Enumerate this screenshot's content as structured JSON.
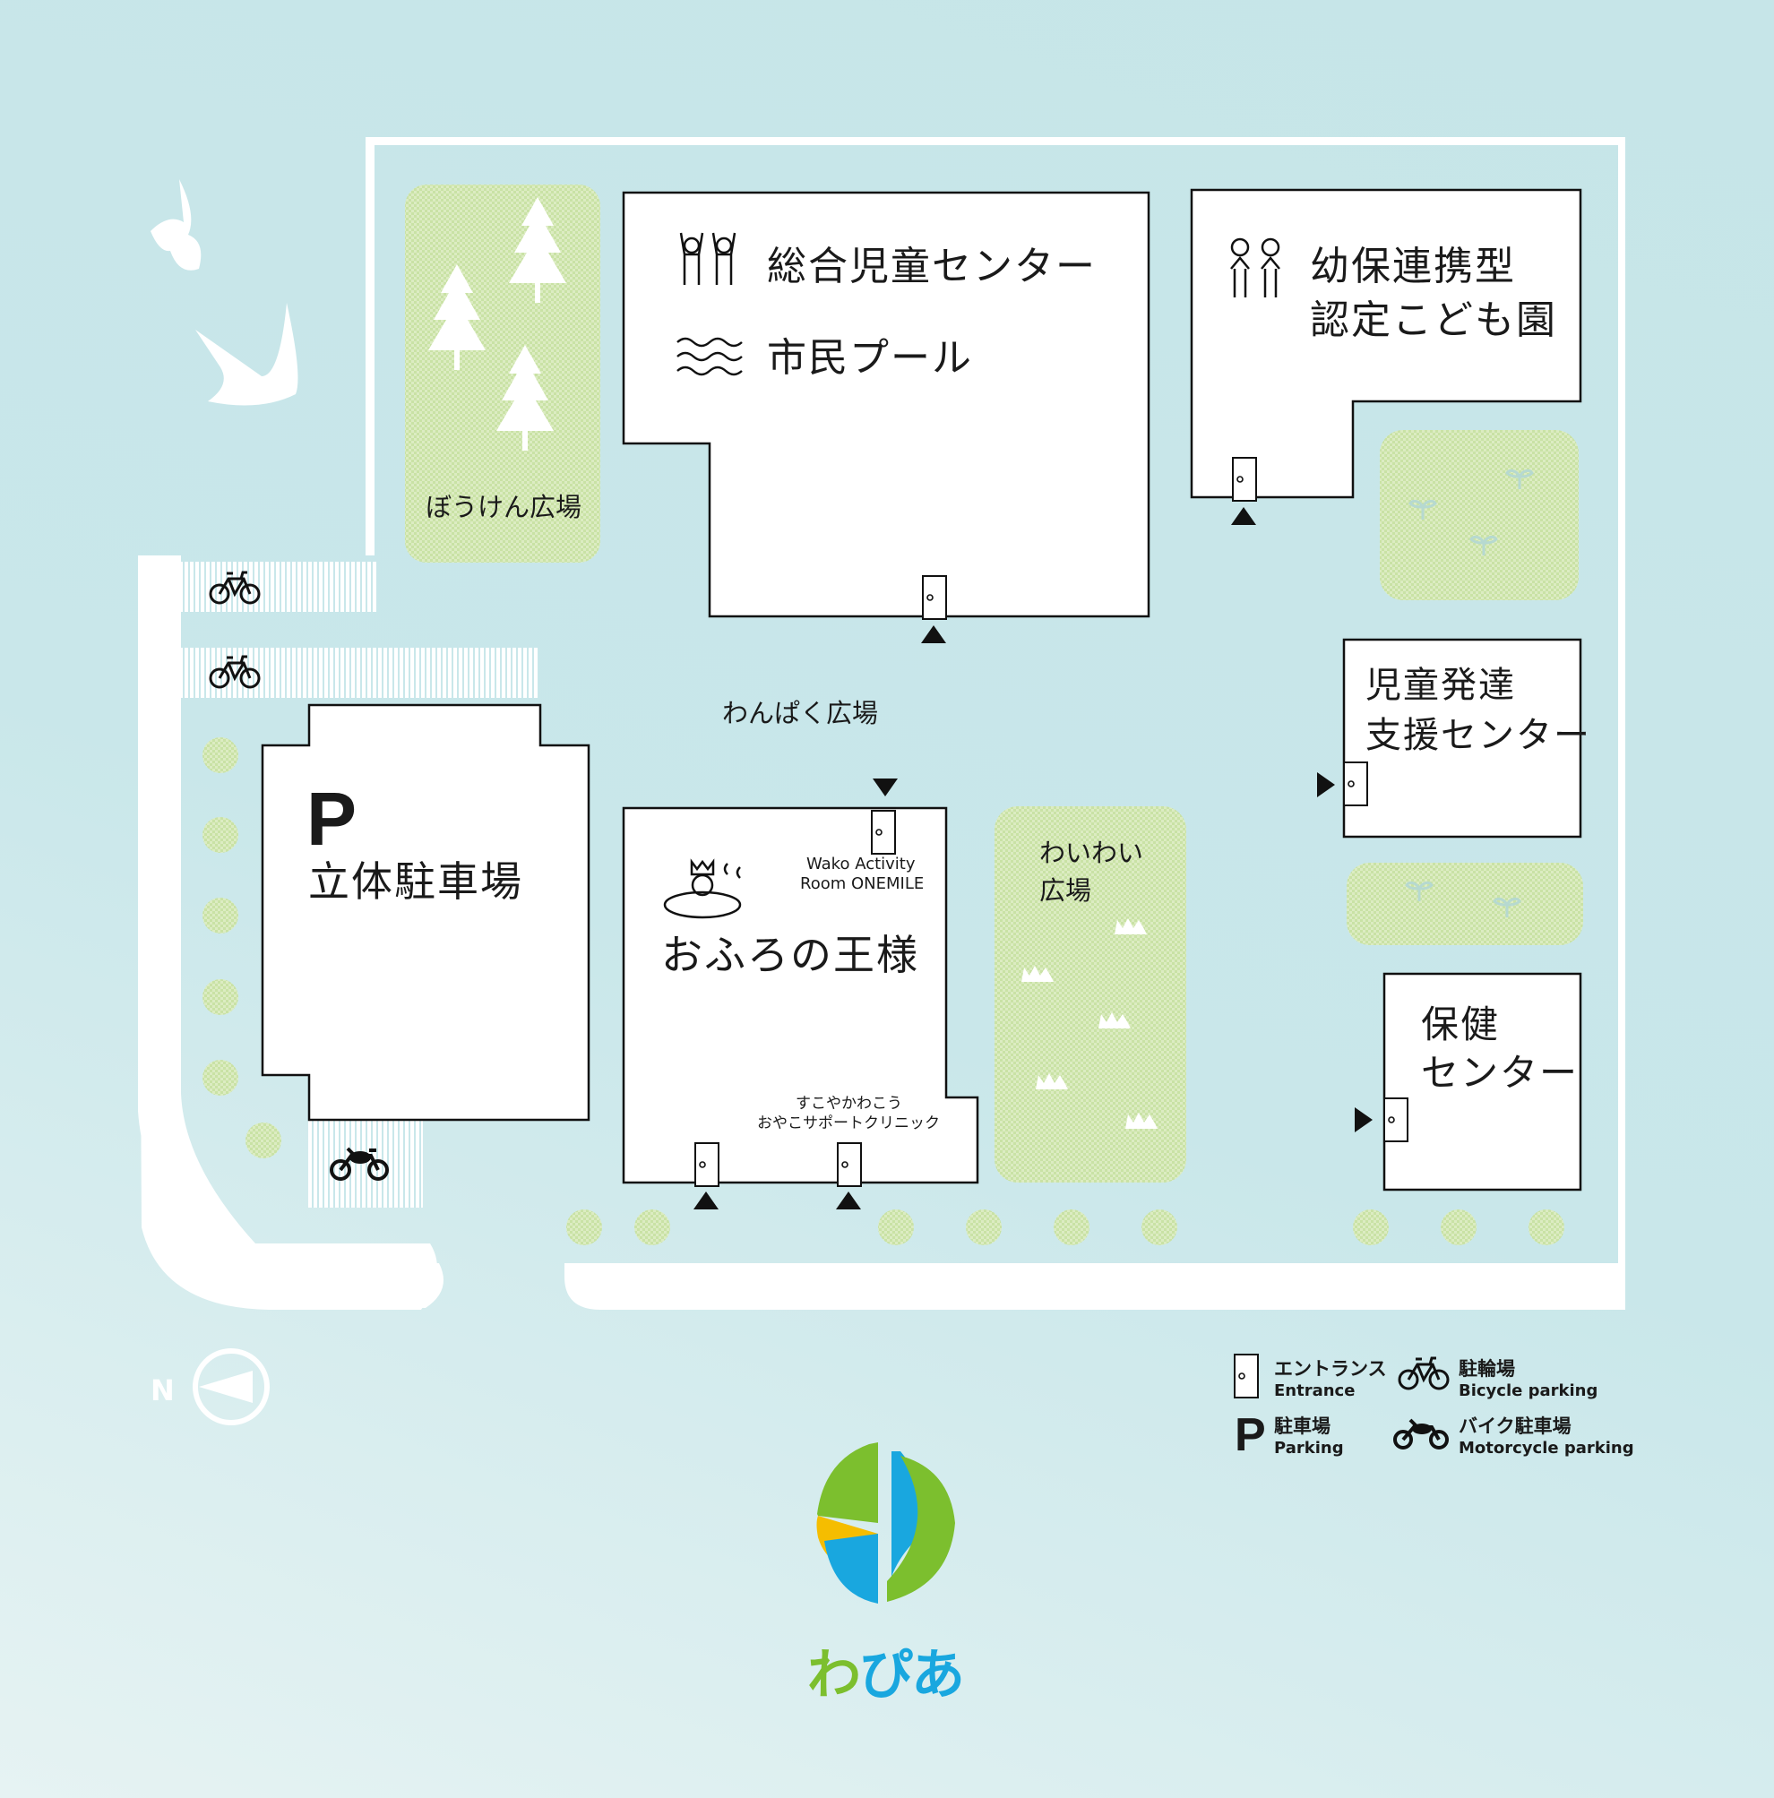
{
  "buildings": {
    "jido_center": {
      "name": "総合児童センター",
      "icon": "children-icon"
    },
    "pool": {
      "name": "市民プール",
      "icon": "water-waves-icon"
    },
    "kodomoen": {
      "line1": "幼保連携型",
      "line2": "認定こども園",
      "icon": "kids-icon"
    },
    "hattatsu": {
      "line1": "児童発達",
      "line2": "支援センター"
    },
    "hoken": {
      "line1": "保健",
      "line2": "センター"
    },
    "parking": {
      "symbol": "P",
      "name": "立体駐車場"
    },
    "ofuro": {
      "name": "おふろの王様",
      "icon": "hot-spring-king-icon"
    },
    "onemile": {
      "line1": "Wako Activity",
      "line2": "Room ONEMILE"
    },
    "clinic": {
      "line1": "すこやかわこう",
      "line2": "おやこサポートクリニック"
    }
  },
  "plazas": {
    "bouken": "ぼうけん広場",
    "wanpaku": "わんぱく広場",
    "waiwai_line1": "わいわい",
    "waiwai_line2": "広場"
  },
  "compass": {
    "label": "N",
    "direction": "left"
  },
  "legend": {
    "entrance": {
      "jp": "エントランス",
      "en": "Entrance"
    },
    "bicycle": {
      "jp": "駐輪場",
      "en": "Bicycle parking"
    },
    "parking": {
      "symbol": "P",
      "jp": "駐車場",
      "en": "Parking"
    },
    "motorcycle": {
      "jp": "バイク駐車場",
      "en": "Motorcycle parking"
    }
  },
  "brand": {
    "chars": [
      "わ",
      "ぴ",
      "あ"
    ],
    "colors": [
      "#7cbf2e",
      "#19a7df",
      "#19a7df"
    ]
  },
  "colors": {
    "background": "#c9e7ea",
    "road": "#ffffff",
    "green_area": "#d7e9b9",
    "tree_spot": "#d4e9b5",
    "logo_yellow": "#f5bd00",
    "logo_blue": "#19a7df",
    "logo_green": "#7cbf2e"
  }
}
